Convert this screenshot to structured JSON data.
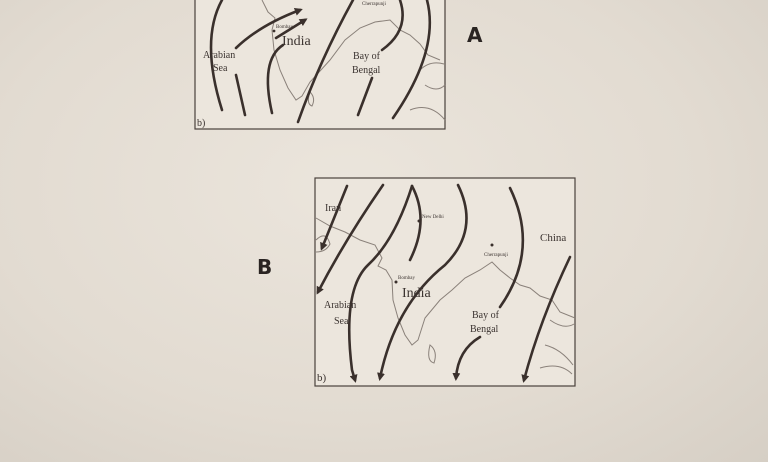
{
  "figure_a": {
    "tag": "A",
    "panel": "b)",
    "labels": {
      "cherrapunji": "Cherrapunji",
      "bombay": "Bombay",
      "india": "India",
      "arabian": "Arabian",
      "sea": "Sea",
      "bay_of": "Bay of",
      "bengal": "Bengal"
    }
  },
  "figure_b": {
    "tag": "B",
    "panel": "b)",
    "labels": {
      "iran": "Iran",
      "new_delhi": "New Delhi",
      "cherrapunji": "Cherrapunji",
      "china": "China",
      "bombay": "Bombay",
      "india": "India",
      "arabian": "Arabian",
      "sea": "Sea",
      "bay_of": "Bay of",
      "bengal": "Bengal"
    }
  }
}
